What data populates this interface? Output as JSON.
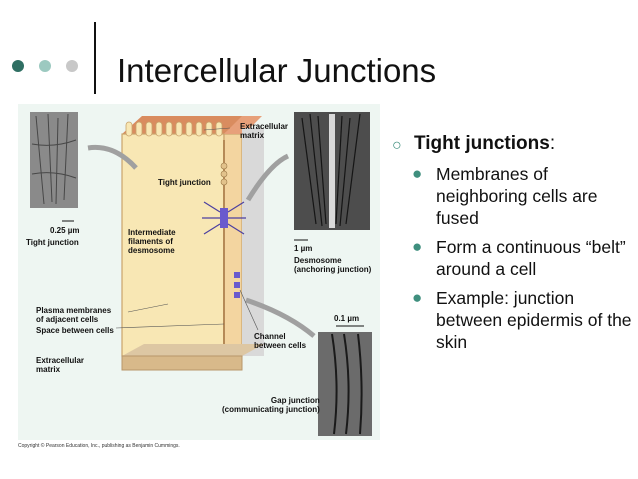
{
  "slide": {
    "title": "Intercellular Junctions",
    "colors": {
      "accent": "#3f8f7e",
      "dot1": "#2f6f63",
      "dot2": "#9cc9c0",
      "dot3": "#c8c8c8",
      "cytoplasm": "#f8e7b4",
      "membrane": "#e7c98e",
      "protein": "#6a5acd",
      "figure_bg": "#eef6f2"
    }
  },
  "figure": {
    "labels": {
      "extracellular_matrix_top": "Extracellular\nmatrix",
      "tight_junction_inner": "Tight junction",
      "scale_025": "0.25 µm",
      "tight_junction_caption": "Tight junction",
      "intermediate_filaments": "Intermediate\nfilaments of\ndesmosome",
      "scale_1um": "1 µm",
      "desmosome_caption": "Desmosome\n(anchoring junction)",
      "plasma_membranes": "Plasma membranes\nof adjacent cells",
      "space_between_cells": "Space between cells",
      "extracellular_matrix_bottom": "Extracellular\nmatrix",
      "channel_between_cells": "Channel\nbetween cells",
      "scale_01um": "0.1 µm",
      "gap_junction_caption": "Gap junction\n(communicating junction)"
    },
    "credit": "Copyright © Pearson Education, Inc., publishing as Benjamin Cummings."
  },
  "bullets": {
    "main_marker_icon": "hollow-circle-bullet-icon",
    "sub_marker_icon": "filled-circle-bullet-icon",
    "main_marker": "○",
    "sub_marker": "●",
    "main_term": "Tight junctions",
    "main_suffix": ":",
    "items": [
      "Membranes of neighboring cells are fused",
      "Form a continuous “belt” around a cell",
      "Example: junction between epidermis of the skin"
    ]
  }
}
